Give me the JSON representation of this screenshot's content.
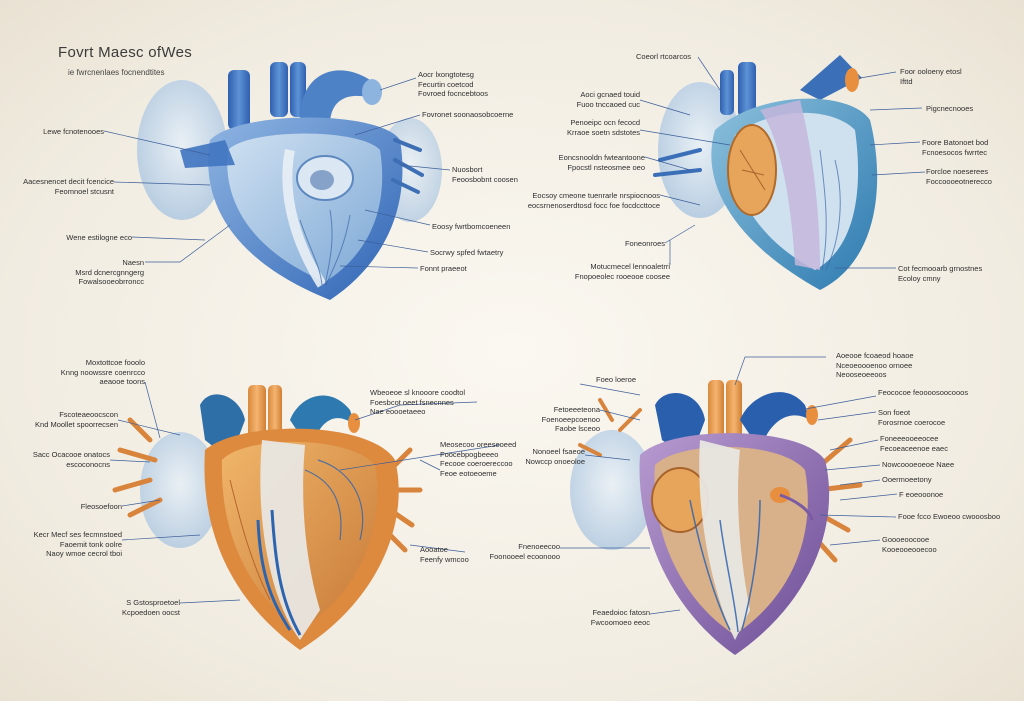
{
  "title": "Fovrt Maesc ofWes",
  "subtitle": "ie fwrcnenlaes focnendtites",
  "colors": {
    "background": "#f3efe6",
    "heart_blue": "#4f86c8",
    "heart_light_blue": "#a9c8e6",
    "heart_orange": "#d99a52",
    "heart_purple": "#8c6aa8",
    "leader_line": "#3d5f9a"
  },
  "panels": [
    {
      "id": "top-left",
      "labels": [
        {
          "lines": [
            "Aocr lxongtotesg",
            "Fecurtin coetcod",
            "Fovroed focncebtoos"
          ]
        },
        {
          "lines": [
            "Fovronet soonaosobcoerne"
          ]
        },
        {
          "lines": [
            "Nuosbort",
            "Feoosbobnt coosen"
          ]
        },
        {
          "lines": [
            "Eoosy fwrtbomcoeneen"
          ]
        },
        {
          "lines": [
            "Socrwy spfed fwtaetry"
          ]
        },
        {
          "lines": [
            "Fonnt praeeot"
          ]
        },
        {
          "lines": [
            "Lewe fcnotenooes"
          ]
        },
        {
          "lines": [
            "Aacesnencet decit fcencice",
            "Feomnoel stcusnt"
          ]
        },
        {
          "lines": [
            "Wene estilogne eco"
          ]
        },
        {
          "lines": [
            "Naesn",
            "Msrd dcnercgnngerg",
            "Fowalsooeobrroncc"
          ]
        }
      ]
    },
    {
      "id": "top-right",
      "labels": [
        {
          "lines": [
            "Coeorl rtcoarcos"
          ]
        },
        {
          "lines": [
            "Aoci gcnaed touid",
            "Fuoo tnccaoed cuc"
          ]
        },
        {
          "lines": [
            "Penoeipc ocn fecocd",
            "Krraoe soetn sdstotes"
          ]
        },
        {
          "lines": [
            "Eoncsnooldn fwteantoone",
            "Fpocstl nsteosmee oeo"
          ]
        },
        {
          "lines": [
            "Eocsoy cmeone tuenrarle nrspiocnoos",
            "eocsrnenoserdtosd focc foe focdccttoce"
          ]
        },
        {
          "lines": [
            "Foneonroes"
          ]
        },
        {
          "lines": [
            "Motucmecel lennoaletrri",
            "Fnopoeolec rooeooe coosee"
          ]
        },
        {
          "lines": [
            "Foor ooloeny etosl",
            "Ifttd"
          ]
        },
        {
          "lines": [
            "Pigcnecnooes"
          ]
        },
        {
          "lines": [
            "Foore Batonoet bod",
            "Fcnoesocos fwrrtec"
          ]
        },
        {
          "lines": [
            "Forcloe noeserees",
            "Foccoooeotnerecco"
          ]
        },
        {
          "lines": [
            "Cot fecmooarb grnostnes",
            "Ecoloy cmny"
          ]
        }
      ]
    },
    {
      "id": "bottom-left",
      "labels": [
        {
          "lines": [
            "Moxtottcoe fooolo",
            "Knng noowssre coenrcco",
            "aeaooe toons"
          ]
        },
        {
          "lines": [
            "Fscoteaeoocscon",
            "Knd Moollet spoorrecsen"
          ]
        },
        {
          "lines": [
            "Sacc Ocacooe onatocs",
            "escoconocns"
          ]
        },
        {
          "lines": [
            "Fleosoefoon"
          ]
        },
        {
          "lines": [
            "Kecr Mecf ses fecmnstoed",
            "Faoemit tonk oolre",
            "Naoy wmoe cecrol tboi"
          ]
        },
        {
          "lines": [
            "S Gstosproetoel",
            "Kcpoedoen oocst"
          ]
        },
        {
          "lines": [
            "Wbeoeoe sl knooore coodtol",
            "Foesbcot oeet fsnecnnes",
            "Nae eoooetaeeo"
          ]
        },
        {
          "lines": [
            "Meosecoo oreeseoeed",
            "Foocebpogbeeeo",
            "Fecooe coeroereccoo",
            "Feoe eotoeoeme"
          ]
        },
        {
          "lines": [
            "Aooatoe",
            "Feenfy wmcoo"
          ]
        }
      ]
    },
    {
      "id": "bottom-right",
      "labels": [
        {
          "lines": [
            "Foeo loeroe"
          ]
        },
        {
          "lines": [
            "Fetoeeeteona",
            "Foenoeepcoenoo",
            "Faobe lsceoo"
          ]
        },
        {
          "lines": [
            "Nonoeel fsaeoe",
            "Nowccp onoeoloe"
          ]
        },
        {
          "lines": [
            "Fnenoeecoo",
            "Foonooeel ecoonooo"
          ]
        },
        {
          "lines": [
            "Feaedoioc fatosn",
            "Fwcoomoeo eeoc"
          ]
        },
        {
          "lines": [
            "Aoeooe fcoaeod hoaoe",
            "Nceoeoooenoo ornoee",
            "Neooseoeeoos"
          ]
        },
        {
          "lines": [
            "Feococoe feoooosoocooos"
          ]
        },
        {
          "lines": [
            "Son foeot",
            "Forosrnoe coerocoe"
          ]
        },
        {
          "lines": [
            "Foneeeooeeocee",
            "Fecoeaceenoe eaec"
          ]
        },
        {
          "lines": [
            "Nowcoooeoeoe Naee"
          ]
        },
        {
          "lines": [
            "Ooermoeetony"
          ]
        },
        {
          "lines": [
            "F eoeooonoe"
          ]
        },
        {
          "lines": [
            "Fooe fcco Ewoeoo cwooosboo"
          ]
        },
        {
          "lines": [
            "Goooeoocooe",
            "Kooeooeooecoo"
          ]
        }
      ]
    }
  ]
}
